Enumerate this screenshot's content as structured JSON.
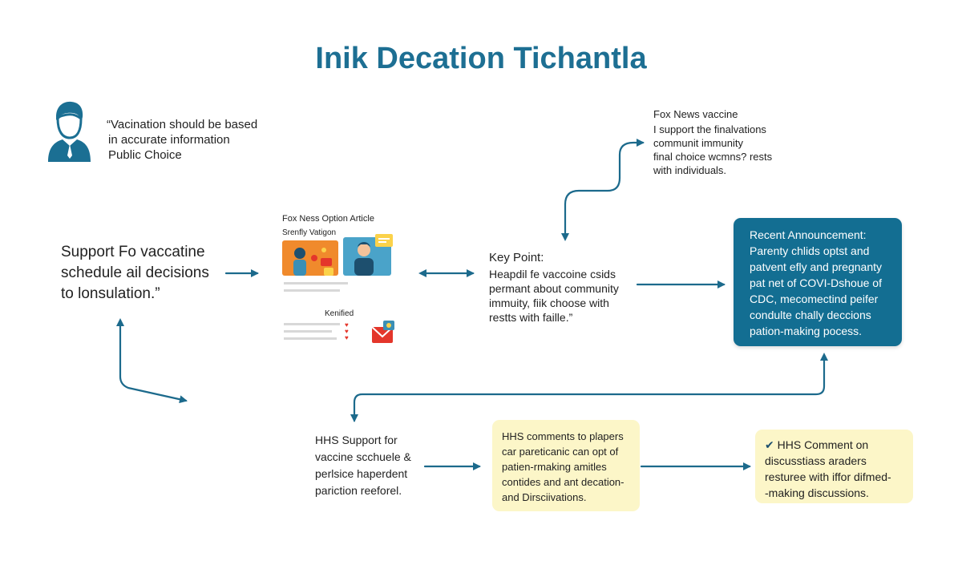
{
  "title": "Inik Decation Tichantla",
  "quote_left": {
    "lines": [
      "“Vacination should be based",
      "in accurate information",
      "Public Choice"
    ]
  },
  "support_text": {
    "lines": [
      "Support Fo vaccatine",
      "schedule ail decisions",
      "to lonsulation.”"
    ]
  },
  "article_card": {
    "heading": "Fox Ness Option Article",
    "subheading": "Srenfly Vatigon",
    "verified_label": "Kenified"
  },
  "fox_news_note": {
    "heading": "Fox News vaccine",
    "lines": [
      "I support the finalvations",
      "communit immunity",
      "final choice wcmns? rests",
      "with individuals."
    ]
  },
  "key_point": {
    "heading": "Key Point:",
    "lines": [
      "Heapdil fe vaccoine csids",
      "permant about community",
      "immuity, fiik choose with",
      "restts with faille.”"
    ]
  },
  "recent_announcement": {
    "lines": [
      "Recent Announcement:",
      "Parenty chlids optst and",
      "patvent efly and pregnanty",
      "pat net of COVI-Dshoue of",
      "CDC, mecomectind peifer",
      "condulte chally deccions",
      "pation-making pocess."
    ]
  },
  "hhs_support": {
    "lines": [
      "HHS Support for",
      "vaccine scchuele &",
      "perlsice haperdent",
      "pariction reeforel."
    ]
  },
  "hhs_comments": {
    "lines": [
      "HHS comments to plapers",
      "car pareticanic can opt of",
      "patien-rmaking amitles",
      "contides and ant decation-",
      "and Dirsciivations."
    ]
  },
  "hhs_comment_on": {
    "check": "✔",
    "heading": "HHS Comment on",
    "lines": [
      "discusstiass araders",
      "resturee with iffor difmed-",
      "-making discussions."
    ]
  },
  "colors": {
    "accent": "#136e92",
    "title": "#1d6f93",
    "arrow": "#1c6a8c",
    "yellow_box": "#fcf6c8",
    "icon_orange": "#f08a2c"
  }
}
